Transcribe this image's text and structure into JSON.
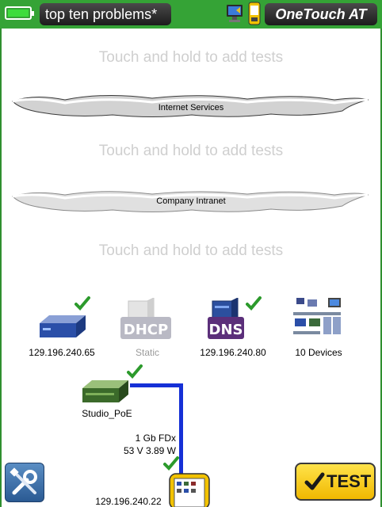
{
  "header": {
    "title": "top ten problems*",
    "brand": "OneTouch AT"
  },
  "hints": {
    "above_internet": "Touch and hold to add tests",
    "above_intranet": "Touch and hold to add tests",
    "above_devices": "Touch and hold to add tests"
  },
  "clouds": {
    "internet": "Internet Services",
    "intranet": "Company Intranet"
  },
  "devices": [
    {
      "label": "129.196.240.65",
      "icon": "router-icon",
      "status": "ok"
    },
    {
      "label": "Static",
      "icon": "dhcp-server-icon",
      "status": "disabled"
    },
    {
      "label": "129.196.240.80",
      "icon": "dns-server-icon",
      "status": "ok"
    },
    {
      "label": "10 Devices",
      "icon": "network-devices-icon",
      "status": "none"
    }
  ],
  "switch": {
    "label": "Studio_PoE",
    "icon": "switch-icon",
    "status": "ok"
  },
  "link": {
    "speed": "1 Gb FDx",
    "poe": "53 V 3.89 W"
  },
  "tester": {
    "label": "129.196.240.22",
    "status": "ok"
  },
  "buttons": {
    "test": "TEST",
    "tools_icon": "tools-icon"
  },
  "colors": {
    "header": "#35a336",
    "link": "#1530d6",
    "check": "#2c9a2c",
    "test_button": "#f5c400",
    "hint_text": "#cfcfcf"
  }
}
